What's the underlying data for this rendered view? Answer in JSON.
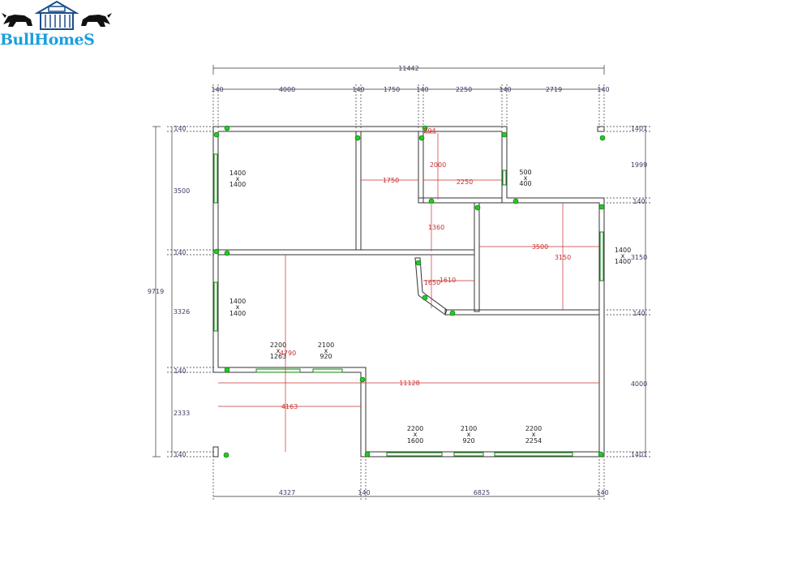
{
  "brand": {
    "name": "BullHomeS",
    "color": "#1a9fe0"
  },
  "icons": {
    "logo": "bull-house-logo"
  },
  "colors": {
    "wall": "#333333",
    "dimension": "#3a3a66",
    "interior_dimension": "#c83030",
    "opening_marker": "#22cc22"
  },
  "top_dims": {
    "total": "11442",
    "segments": [
      "140",
      "4000",
      "140",
      "1750",
      "140",
      "2250",
      "140",
      "2719",
      "140"
    ]
  },
  "bottom_dims": {
    "segments": [
      "4327",
      "140",
      "6825",
      "140"
    ]
  },
  "left_dims": {
    "total": "9719",
    "segments": [
      "140",
      "3500",
      "140",
      "3326",
      "140",
      "2333",
      "140"
    ]
  },
  "right_dims": {
    "segments": [
      "1401",
      "1999",
      "140",
      "3150",
      "140",
      "4000",
      "1401"
    ]
  },
  "interior_dims": [
    "294",
    "2000",
    "1750",
    "2250",
    "1360",
    "3500",
    "3150",
    "1650",
    "1610",
    "11128",
    "4163",
    "4790"
  ],
  "openings": [
    {
      "w": "1400",
      "h": "1400"
    },
    {
      "w": "1400",
      "h": "1400"
    },
    {
      "w": "500",
      "h": "400"
    },
    {
      "w": "1400",
      "h": "1400"
    },
    {
      "w": "2200",
      "h": "1263"
    },
    {
      "w": "2100",
      "h": "920"
    },
    {
      "w": "2200",
      "h": "1600"
    },
    {
      "w": "2100",
      "h": "920"
    },
    {
      "w": "2200",
      "h": "2254"
    }
  ],
  "x_symbol": "x"
}
